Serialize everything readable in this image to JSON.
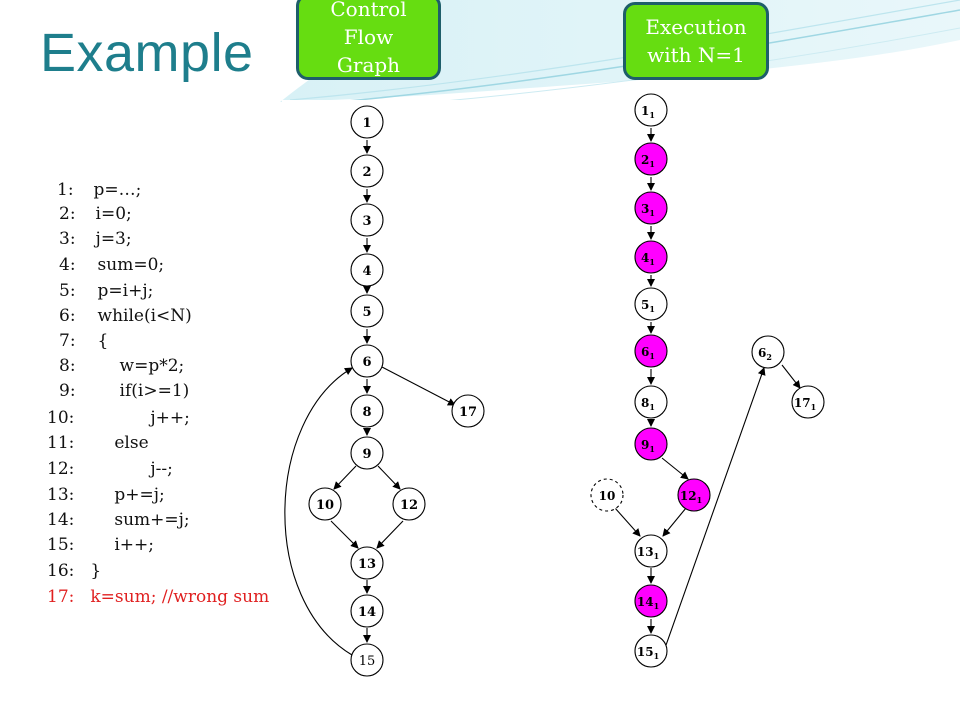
{
  "title": "Example",
  "callouts": {
    "cfg": [
      "Control",
      "Flow",
      "Graph"
    ],
    "exec": [
      "Execution",
      "with N=1"
    ]
  },
  "code_lines": [
    {
      "num": "1:",
      "code": "p=…;",
      "red": false
    },
    {
      "num": "2:",
      "code": "i=0;",
      "red": false
    },
    {
      "num": "3:",
      "code": "j=3;",
      "red": false
    },
    {
      "num": "4:",
      "code": "sum=0;",
      "red": false
    },
    {
      "num": "5:",
      "code": "p=i+j;",
      "red": false
    },
    {
      "num": "6:",
      "code": "while(i<N)",
      "red": false
    },
    {
      "num": "7:",
      "code": "{",
      "red": false
    },
    {
      "num": "8:",
      "code": "w=p*2;",
      "red": false
    },
    {
      "num": "9:",
      "code": "if(i>=1)",
      "red": false
    },
    {
      "num": "10:",
      "code": "j++;",
      "red": false
    },
    {
      "num": "11:",
      "code": "else",
      "red": false
    },
    {
      "num": "12:",
      "code": "j--;",
      "red": false
    },
    {
      "num": "13:",
      "code": "p+=j;",
      "red": false
    },
    {
      "num": "14:",
      "code": "sum+=j;",
      "red": false
    },
    {
      "num": "15:",
      "code": "i++;",
      "red": false
    },
    {
      "num": "16:",
      "code": "}",
      "red": false
    },
    {
      "num": "17:",
      "code": "k=sum; //wrong sum",
      "red": true
    }
  ],
  "cfg_nodes": [
    {
      "id": "n1",
      "label": "1"
    },
    {
      "id": "n2",
      "label": "2"
    },
    {
      "id": "n3",
      "label": "3"
    },
    {
      "id": "n4",
      "label": "4"
    },
    {
      "id": "n5",
      "label": "5"
    },
    {
      "id": "n6",
      "label": "6"
    },
    {
      "id": "n8",
      "label": "8"
    },
    {
      "id": "n9",
      "label": "9"
    },
    {
      "id": "n10",
      "label": "10"
    },
    {
      "id": "n12",
      "label": "12"
    },
    {
      "id": "n13",
      "label": "13"
    },
    {
      "id": "n14",
      "label": "14"
    },
    {
      "id": "n15",
      "label": "15"
    },
    {
      "id": "n17",
      "label": "17"
    }
  ],
  "exec_nodes": [
    {
      "id": "e1",
      "label": "1",
      "sub": "1",
      "fill": "#ffffff",
      "dashed": false
    },
    {
      "id": "e2",
      "label": "2",
      "sub": "1",
      "fill": "#ff00ff",
      "dashed": false
    },
    {
      "id": "e3",
      "label": "3",
      "sub": "1",
      "fill": "#ff00ff",
      "dashed": false
    },
    {
      "id": "e4",
      "label": "4",
      "sub": "1",
      "fill": "#ff00ff",
      "dashed": false
    },
    {
      "id": "e5",
      "label": "5",
      "sub": "1",
      "fill": "#ffffff",
      "dashed": false
    },
    {
      "id": "e6",
      "label": "6",
      "sub": "1",
      "fill": "#ff00ff",
      "dashed": false
    },
    {
      "id": "e8",
      "label": "8",
      "sub": "1",
      "fill": "#ffffff",
      "dashed": false
    },
    {
      "id": "e9",
      "label": "9",
      "sub": "1",
      "fill": "#ff00ff",
      "dashed": false
    },
    {
      "id": "e10",
      "label": "10",
      "sub": "",
      "fill": "#ffffff",
      "dashed": true
    },
    {
      "id": "e12",
      "label": "12",
      "sub": "1",
      "fill": "#ff00ff",
      "dashed": false
    },
    {
      "id": "e13",
      "label": "13",
      "sub": "1",
      "fill": "#ffffff",
      "dashed": false
    },
    {
      "id": "e14",
      "label": "14",
      "sub": "1",
      "fill": "#ff00ff",
      "dashed": false
    },
    {
      "id": "e15",
      "label": "15",
      "sub": "1",
      "fill": "#ffffff",
      "dashed": false
    },
    {
      "id": "e62",
      "label": "6",
      "sub": "2",
      "fill": "#ffffff",
      "dashed": false
    },
    {
      "id": "e17",
      "label": "17",
      "sub": "1",
      "fill": "#ffffff",
      "dashed": false
    }
  ],
  "colors": {
    "title": "#1e7e8c",
    "callout_fill": "#66dd11",
    "callout_border": "#1e5e6a",
    "highlight": "#ff00ff",
    "red_text": "#e02020"
  }
}
